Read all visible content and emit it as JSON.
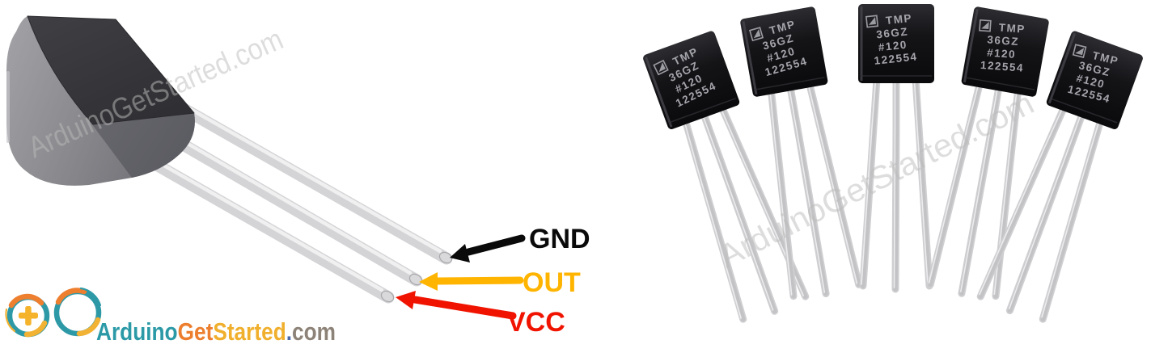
{
  "pinout": {
    "pins": [
      {
        "label": "GND",
        "color": "#0a0a0a",
        "position": "top-lead"
      },
      {
        "label": "OUT",
        "color": "#ffb400",
        "position": "middle-lead"
      },
      {
        "label": "VCC",
        "color": "#f01400",
        "position": "bottom-lead"
      }
    ]
  },
  "branding": {
    "arduino": {
      "text": "Arduino",
      "color": "#2b9aa6"
    },
    "get": {
      "text": "Get",
      "color": "#ec7e2e"
    },
    "started": {
      "text": "Started",
      "color": "#f0af2c"
    },
    "dot": {
      "text": ".",
      "color": "#4a69a8"
    },
    "com": {
      "text": "com",
      "color": "#8d8277"
    }
  },
  "watermark": {
    "text": "ArduinoGetStarted.com",
    "color": "#bcbcbc"
  },
  "sensor_marking": {
    "vendor_icon": "analog-devices-icon",
    "line1": "TMP",
    "line2": "36GZ",
    "line3": "#120",
    "line4": "122554"
  },
  "photo": {
    "sensor_count": 5
  }
}
